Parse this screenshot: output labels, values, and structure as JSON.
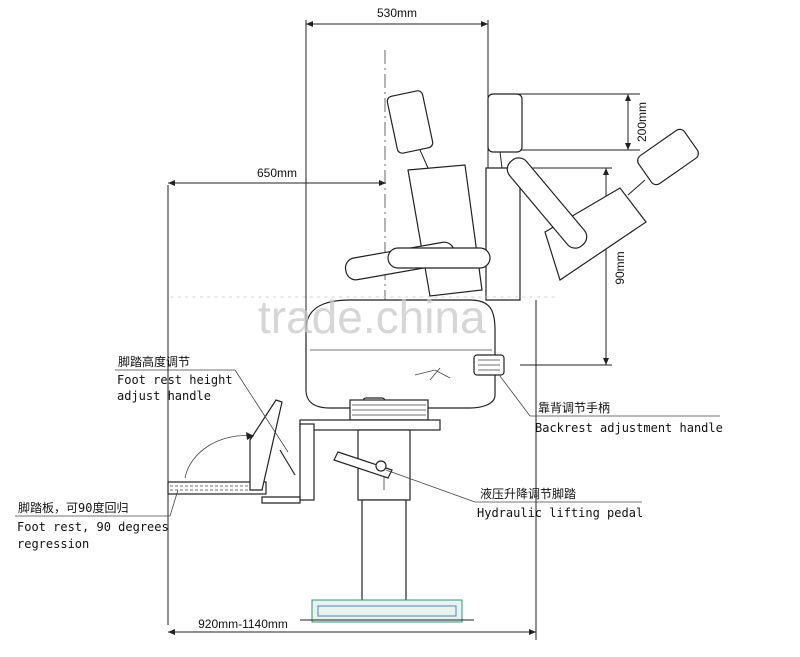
{
  "dimensions": {
    "top_width": "530mm",
    "seat_depth": "650mm",
    "headrest_height": "200mm",
    "backrest_height": "90mm",
    "base_width": "920mm-1140mm"
  },
  "labels": {
    "foot_rest_height_cn": "脚踏高度调节",
    "foot_rest_height_en_1": "Foot rest height",
    "foot_rest_height_en_2": "adjust handle",
    "backrest_cn": "靠背调节手柄",
    "backrest_en": "Backrest adjustment handle",
    "hydraulic_cn": "液压升降调节脚踏",
    "hydraulic_en": "Hydraulic lifting pedal",
    "footrest_cn": "脚踏板，可90度回归",
    "footrest_en_1": "Foot rest, 90 degrees",
    "footrest_en_2": "regression"
  },
  "watermark": "trade.china"
}
